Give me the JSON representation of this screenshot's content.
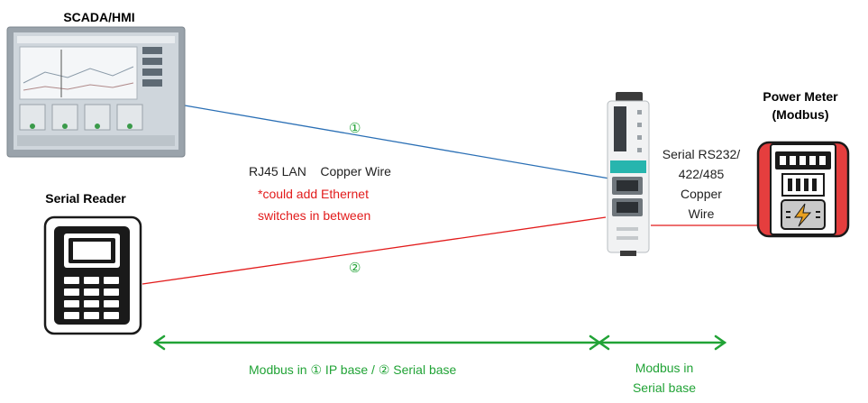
{
  "devices": {
    "scada": "SCADA/HMI",
    "serial_reader": "Serial Reader",
    "power_meter_line1": "Power Meter",
    "power_meter_line2": "(Modbus)"
  },
  "links": {
    "marker_1": "①",
    "marker_2": "②",
    "lan_label": "RJ45 LAN    Copper Wire",
    "ethernet_note_line1": "*could add Ethernet",
    "ethernet_note_line2": "switches in between",
    "serial_line1": "Serial RS232/",
    "serial_line2": "422/485",
    "serial_line3": "Copper",
    "serial_line4": "Wire"
  },
  "spans": {
    "left": "Modbus in ① IP base / ② Serial base",
    "right_line1": "Modbus in",
    "right_line2": "Serial base"
  },
  "colors": {
    "ip_link": "#2a6fb5",
    "serial_link": "#e21b1b",
    "span_arrow": "#21a336"
  }
}
